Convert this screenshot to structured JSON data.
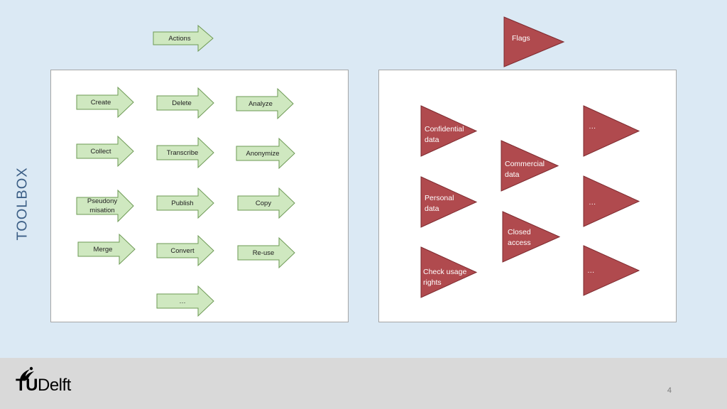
{
  "header": {
    "actions_label": "Actions",
    "flags_label": "Flags"
  },
  "side_title": "TOOLBOX",
  "actions": [
    {
      "label": "Create"
    },
    {
      "label": "Delete"
    },
    {
      "label": "Analyze"
    },
    {
      "label": "Collect"
    },
    {
      "label": "Transcribe"
    },
    {
      "label": "Anonymize"
    },
    {
      "label": "Pseudony\nmisation"
    },
    {
      "label": "Publish"
    },
    {
      "label": "Copy"
    },
    {
      "label": "Merge"
    },
    {
      "label": "Convert"
    },
    {
      "label": "Re-use"
    },
    {
      "label": "…"
    }
  ],
  "flags": [
    {
      "label": "Confidential\ndata"
    },
    {
      "label": "…"
    },
    {
      "label": "Commercial\ndata"
    },
    {
      "label": "Personal\ndata"
    },
    {
      "label": "…"
    },
    {
      "label": "Closed\naccess"
    },
    {
      "label": "Check usage\nrights"
    },
    {
      "label": "…"
    }
  ],
  "footer": {
    "logo_tu": "TU",
    "logo_delft": "Delft",
    "page_number": "4"
  },
  "colors": {
    "arrow_fill": "#cfe8c0",
    "arrow_stroke": "#6e9a55",
    "flag_fill": "#b04a4e",
    "flag_stroke": "#7d2a2f",
    "title_color": "#3c5f86"
  }
}
